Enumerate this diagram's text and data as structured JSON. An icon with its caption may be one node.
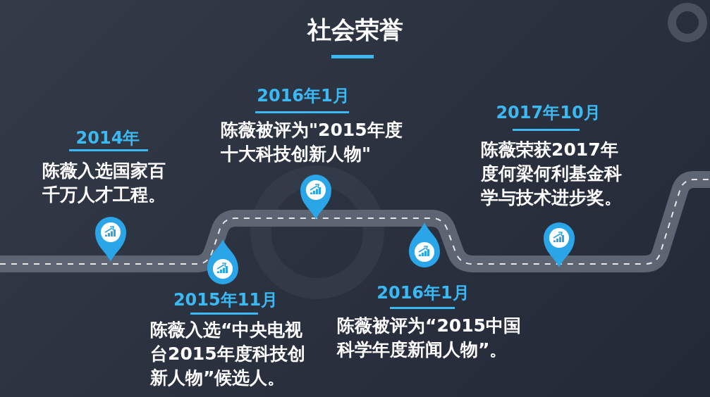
{
  "diagram": {
    "title": "社会荣誉",
    "labels": [
      "2014年",
      "陈薇入选国家百千万人才工程。",
      "2015年11月",
      "陈薇入选“中央电视台2015年度科技创新人物”候选人。",
      "2016年1月",
      "陈薇被评为\"2015年度十大科技创新人物\"",
      "2016年1月",
      "陈薇被评为“2015中国科学年度新闻人物”。",
      "2017年10月",
      "陈薇荣获2017年度何梁何利基金科学与技术进步奖。"
    ]
  }
}
